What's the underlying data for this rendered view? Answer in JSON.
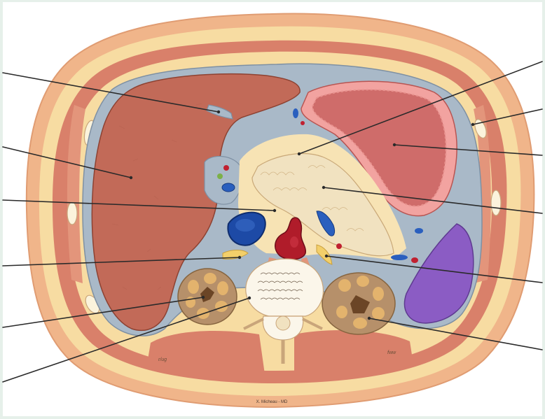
{
  "credit": "X. Micheau - MD",
  "colors": {
    "background": "#e6f0ea",
    "skin": "#f0b58a",
    "fat": "#f7dca2",
    "muscle": "#d9806a",
    "peritoneum": "#a9b9c8",
    "liver": "#c26a58",
    "stomach": "#cf6c6a",
    "spleen": "#8b5cc4",
    "kidney": "#b6906a",
    "pancreas": "#f1e2c0",
    "aorta": "#b01c2a",
    "ivc": "#1d4aa6",
    "bone": "#f6f1e4",
    "leader": "#2a2a2a"
  },
  "icons": [
    "liver",
    "stomach",
    "spleen",
    "pancreas",
    "aorta",
    "inferior-vena-cava",
    "right-kidney",
    "left-kidney",
    "vertebra",
    "adrenal-gland",
    "rib"
  ],
  "pointers": [
    {
      "id": "falciform-ligament"
    },
    {
      "id": "liver"
    },
    {
      "id": "peritoneal-space"
    },
    {
      "id": "right-adrenal"
    },
    {
      "id": "right-kidney"
    },
    {
      "id": "right-crus"
    },
    {
      "id": "lesser-sac"
    },
    {
      "id": "peritoneum-wall"
    },
    {
      "id": "stomach"
    },
    {
      "id": "pancreas"
    },
    {
      "id": "left-adrenal"
    },
    {
      "id": "left-kidney"
    }
  ]
}
